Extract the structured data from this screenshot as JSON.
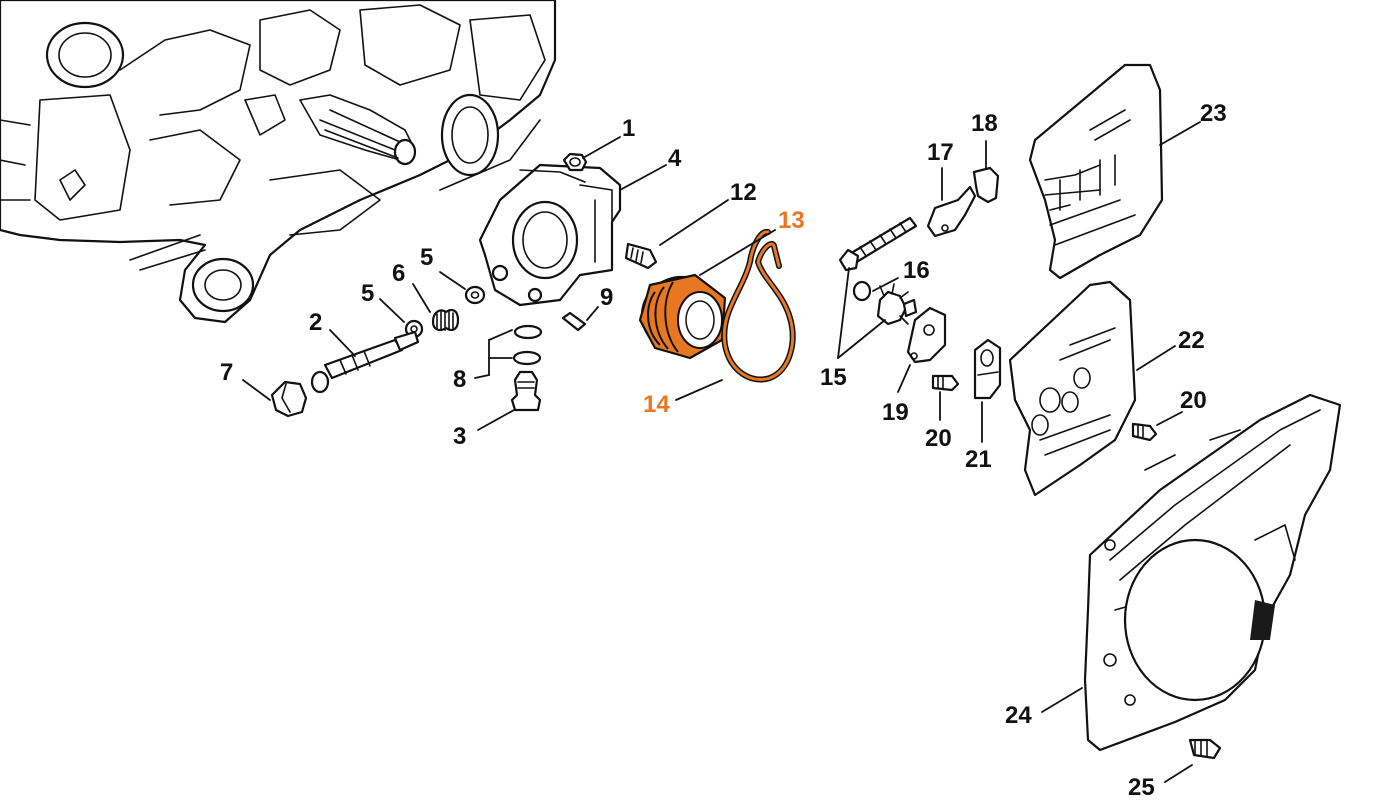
{
  "colors": {
    "line": "#111111",
    "highlight": "#e87722",
    "background": "#ffffff"
  },
  "callouts": {
    "c1": "1",
    "c2": "2",
    "c3": "3",
    "c4": "4",
    "c5a": "5",
    "c5b": "5",
    "c6": "6",
    "c7": "7",
    "c8": "8",
    "c9": "9",
    "c12": "12",
    "c13": "13",
    "c14": "14",
    "c15": "15",
    "c16": "16",
    "c17": "17",
    "c18": "18",
    "c19": "19",
    "c20a": "20",
    "c20b": "20",
    "c21": "21",
    "c22": "22",
    "c23": "23",
    "c24": "24",
    "c25": "25"
  },
  "highlighted_parts": [
    "13",
    "14"
  ]
}
